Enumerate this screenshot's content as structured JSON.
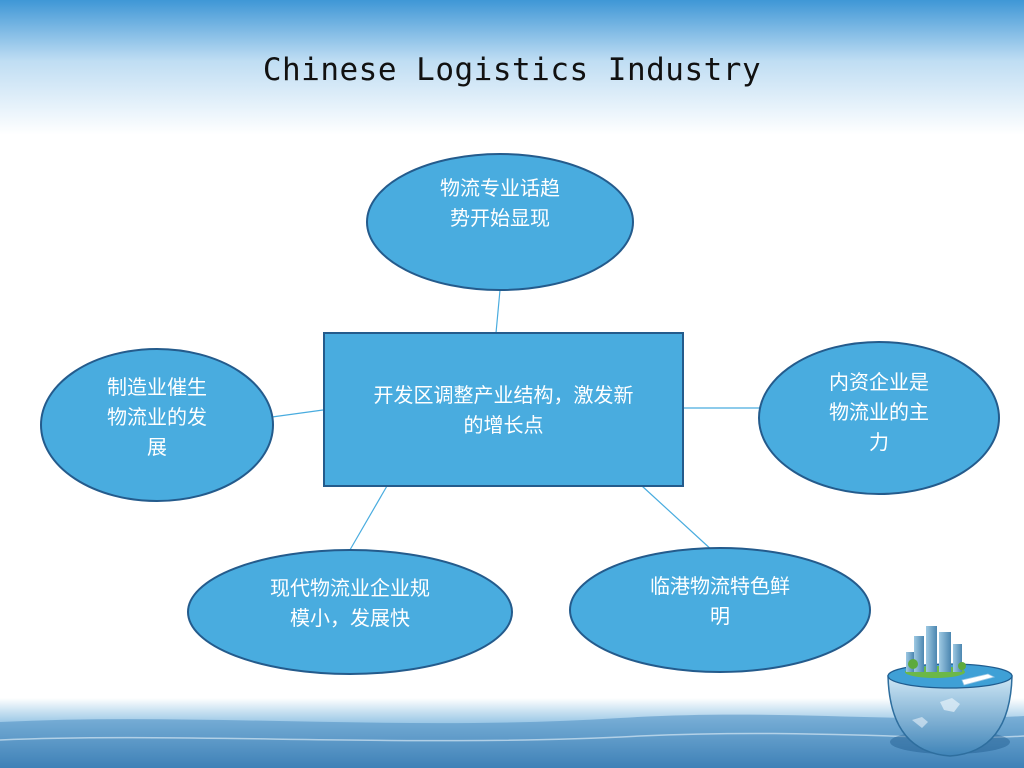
{
  "slide": {
    "title": "Chinese Logistics Industry"
  },
  "diagram": {
    "center": {
      "lines": [
        "开发区调整产业结构，激发新",
        "的增长点"
      ]
    },
    "top": {
      "lines": [
        "物流专业话趋",
        "势开始显现"
      ]
    },
    "left": {
      "lines": [
        "制造业催生",
        "物流业的发",
        "展"
      ]
    },
    "right": {
      "lines": [
        "内资企业是",
        "物流业的主",
        "力"
      ]
    },
    "bottom_left": {
      "lines": [
        "现代物流业企业规",
        "模小，发展快"
      ]
    },
    "bottom_right": {
      "lines": [
        "临港物流特色鲜",
        "明"
      ]
    }
  },
  "colors": {
    "node_fill": "#49ACDF",
    "node_stroke": "#245B8C",
    "connector": "#49ACDF",
    "header_gradient_top": "#3F97D6",
    "footer_sea": "#2C6FA8"
  },
  "decor": {
    "globe_icon": "city-on-globe-icon"
  }
}
